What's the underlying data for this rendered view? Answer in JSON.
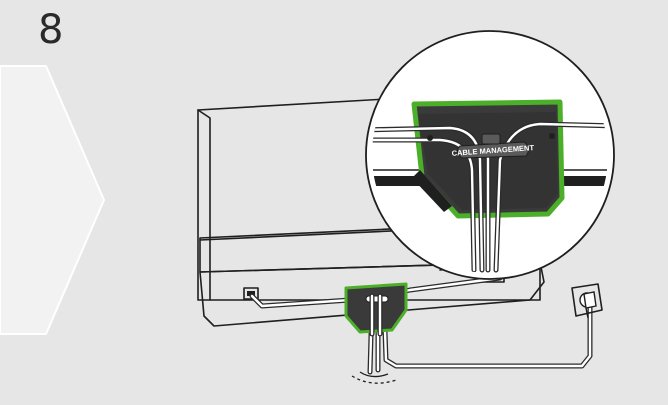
{
  "step": {
    "number": "8"
  },
  "callout": {
    "label": "CABLE MANAGEMENT"
  },
  "colors": {
    "background": "#e6e6e6",
    "chevron": "#f2f2f2",
    "highlight": "#4caf2a",
    "bracket": "#3a3a3a",
    "line": "#1f1f1f"
  },
  "icons": [
    "step-chevron",
    "tv-back",
    "cable-management-bracket",
    "wall-socket",
    "power-plug",
    "magnifier-circle"
  ]
}
